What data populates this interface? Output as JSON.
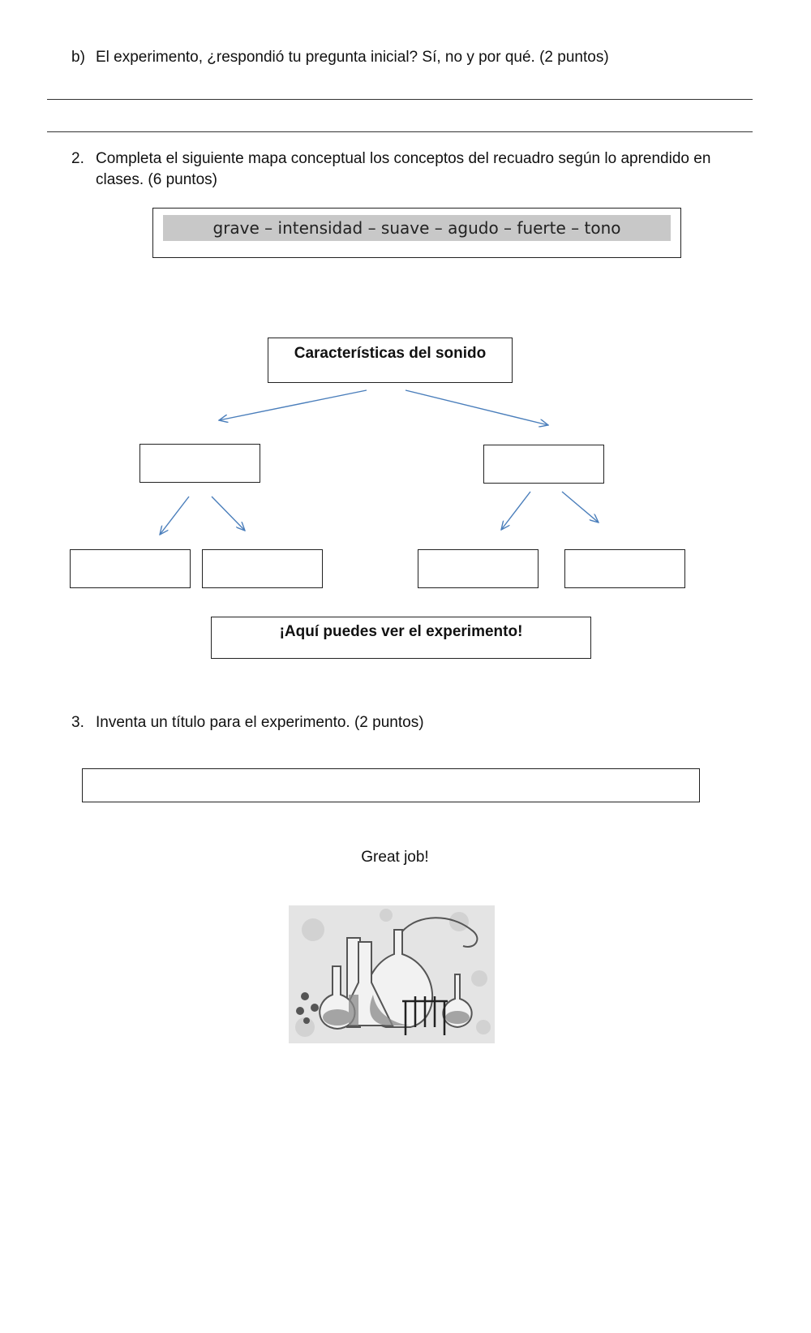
{
  "question_b": {
    "marker": "b)",
    "text": "El experimento, ¿respondió tu pregunta inicial? Sí, no y por qué. (2 puntos)"
  },
  "question_2": {
    "marker": "2.",
    "line1": "Completa el siguiente mapa conceptual  los conceptos del recuadro según lo aprendido en",
    "line2": "clases. (6 puntos)"
  },
  "word_bank": "grave – intensidad – suave – agudo – fuerte – tono",
  "concept_map": {
    "root": "Características del sonido"
  },
  "experiment_box": "¡Aquí puedes ver el experimento!",
  "question_3": {
    "marker": "3.",
    "text": "Inventa un título para el experimento. (2 puntos)"
  },
  "closing": "Great job!",
  "colors": {
    "arrow": "#4a7ebb",
    "word_bank_bg": "#c8c8c8"
  },
  "image": {
    "icon": "laboratory-glassware-illustration"
  }
}
